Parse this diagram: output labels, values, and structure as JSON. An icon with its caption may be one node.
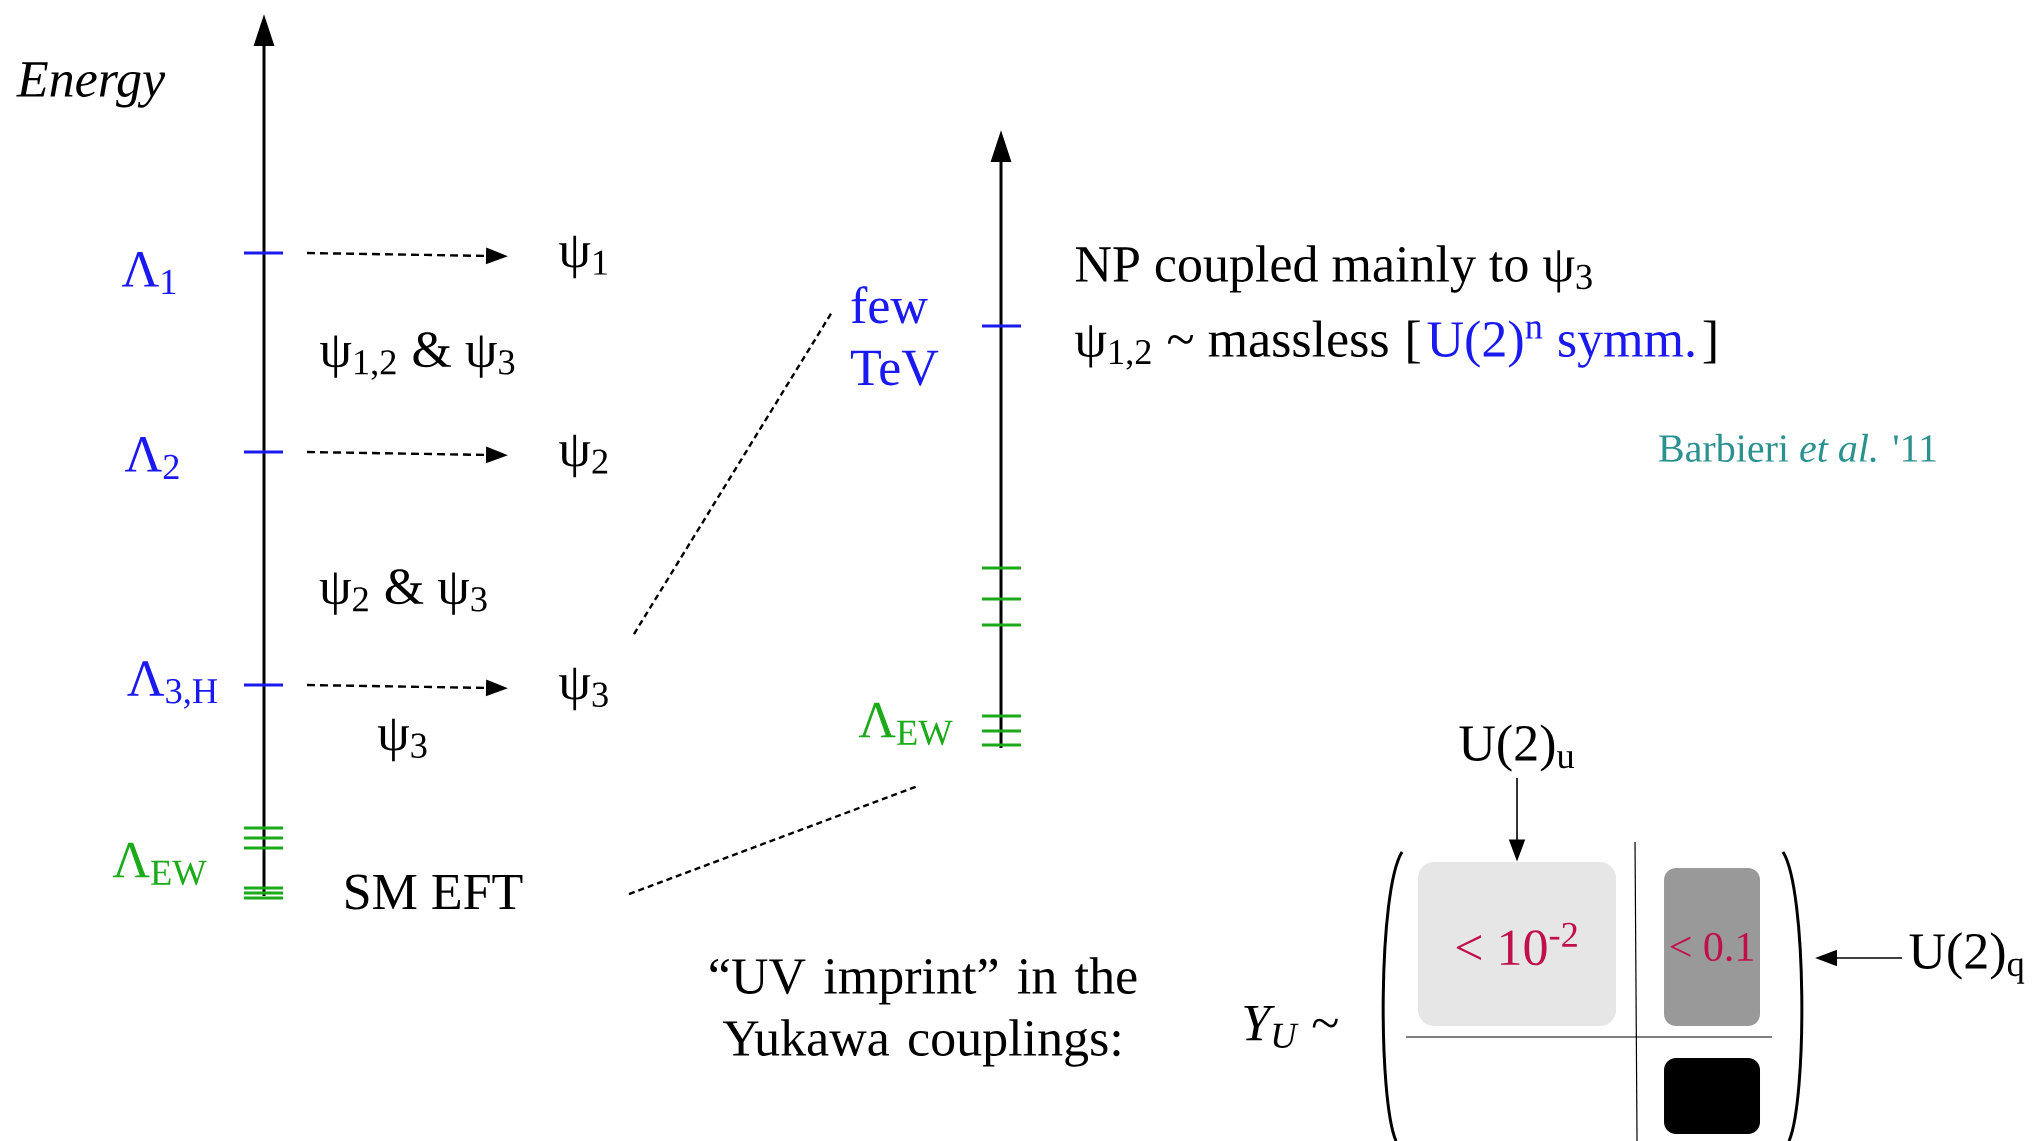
{
  "diagram": {
    "nodes": [
      {
        "text": [
          "ψ$_{1}$"
        ]
      },
      {
        "text": [
          "ψ$_{2}$"
        ]
      },
      {
        "text": [
          "ψ$_{3}$"
        ]
      },
      {
        "text": [
          "U(2)$_{u}$"
        ]
      },
      {
        "text": [
          "< 10$^{-2}$"
        ]
      },
      {
        "text": [
          "< 0.1"
        ]
      },
      {
        "text": [],
        "shape": "box"
      },
      {
        "text": [
          "U(2)$_{q}$"
        ]
      }
    ],
    "edges": [
      {
        "from": null,
        "to": 0,
        "arrow": "to",
        "style": "dashed"
      },
      {
        "from": null,
        "to": 1,
        "arrow": "to",
        "style": "dashed"
      },
      {
        "from": null,
        "to": 2,
        "arrow": "to",
        "style": "dashed"
      },
      {
        "from": 3,
        "to": 4,
        "arrow": "to"
      },
      {
        "from": 7,
        "to": null,
        "arrow": "to"
      }
    ],
    "labels": [
      "Energy",
      "Λ$_{1}$",
      "ψ$_{1,2}$ & ψ$_{3}$",
      "Λ$_{2}$",
      "ψ$_{2}$ & ψ$_{3}$",
      "Λ$_{3,H}$",
      "ψ$_{3}$",
      "Λ$_{EW}$",
      "SM EFT",
      "few TeV",
      "NP coupled mainly to ψ$_{3}$",
      "ψ$_{1,2}$ ~ massless",
      "[",
      "U(2)$^{n}$ symm.",
      "]",
      "Λ$_{EW}$",
      "Barbieri *et al.*  '11",
      "“UV imprint” in the Yukawa couplings:",
      "Y$_{U}$ ~"
    ]
  }
}
